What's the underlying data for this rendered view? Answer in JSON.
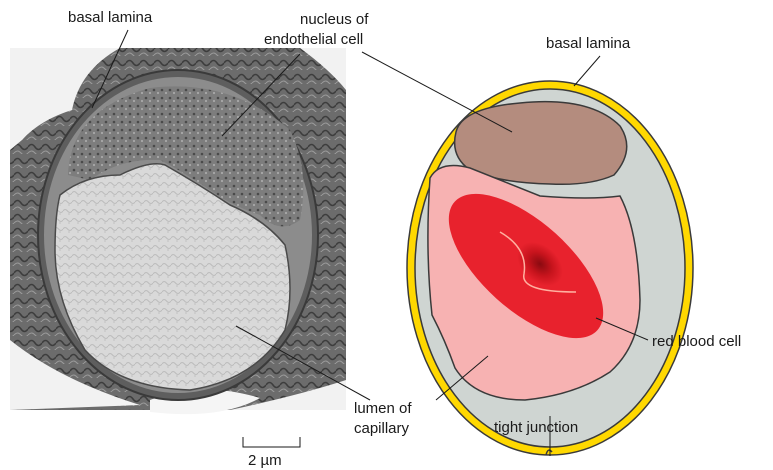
{
  "micrograph": {
    "labels": {
      "basal_lamina": "basal lamina",
      "nucleus_line1": "nucleus of",
      "nucleus_line2": "endothelial cell",
      "lumen_line1": "lumen of",
      "lumen_line2": "capillary",
      "scale_bar": "2 µm"
    }
  },
  "drawing": {
    "labels": {
      "basal_lamina": "basal lamina",
      "red_blood_cell": "red blood cell",
      "tight_junction": "tight junction"
    },
    "colors": {
      "basal_lamina": "#ffd800",
      "cytoplasm": "#cfd5d2",
      "nucleus": "#b48c7e",
      "lumen": "#f7b2b2",
      "red_blood_cell": "#e8222d",
      "outline": "#3a3a3a"
    }
  }
}
